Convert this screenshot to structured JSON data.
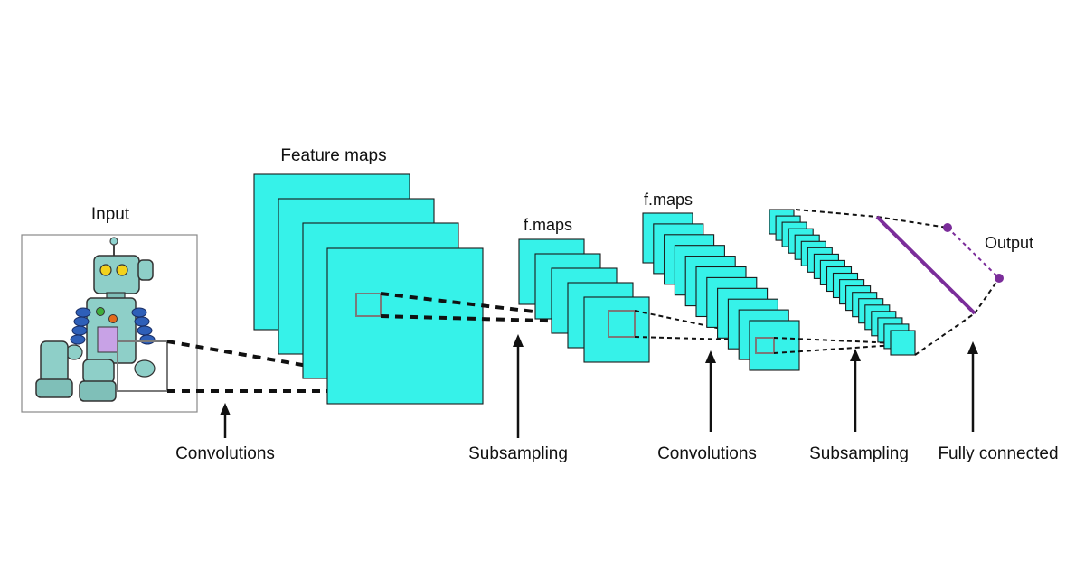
{
  "labels": {
    "input": "Input",
    "feature_maps": "Feature maps",
    "fmaps_1": "f.maps",
    "fmaps_2": "f.maps",
    "output": "Output"
  },
  "stages": [
    {
      "name": "convolutions-1",
      "label": "Convolutions"
    },
    {
      "name": "subsampling-1",
      "label": "Subsampling"
    },
    {
      "name": "convolutions-2",
      "label": "Convolutions"
    },
    {
      "name": "subsampling-2",
      "label": "Subsampling"
    },
    {
      "name": "fully-connected",
      "label": "Fully connected"
    }
  ],
  "layers": {
    "feature_maps_count": 4,
    "fmaps_1_count": 5,
    "fmaps_2_count": 11,
    "final_maps_count": 20
  },
  "colors": {
    "map_fill": "#36f2e9",
    "fc_purple": "#7b2d9a"
  },
  "icons": [
    "robot-input-image",
    "arrow-up-icon"
  ]
}
